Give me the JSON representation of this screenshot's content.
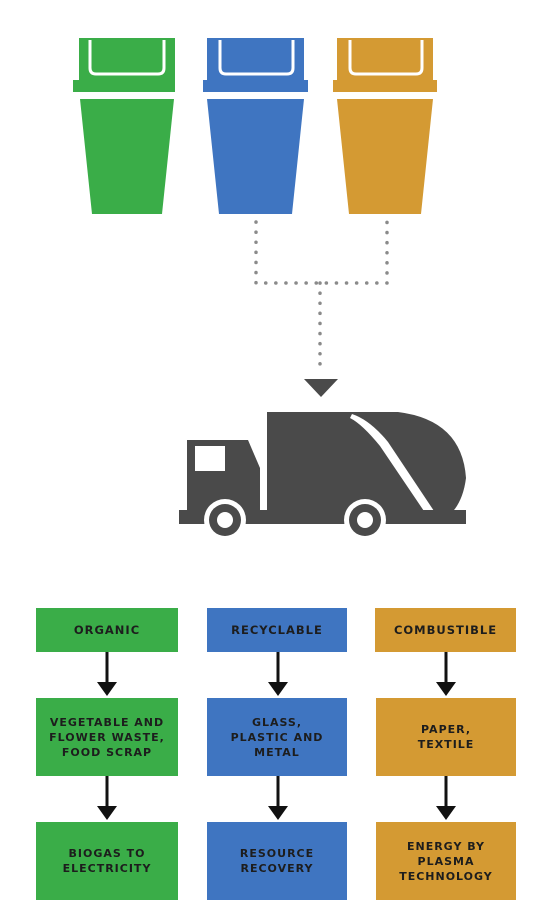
{
  "bins": [
    {
      "name": "green-bin",
      "color": "#3aad48"
    },
    {
      "name": "blue-bin",
      "color": "#3f75c1"
    },
    {
      "name": "orange-bin",
      "color": "#d49a33"
    }
  ],
  "truck_color": "#4a4a4a",
  "columns": [
    {
      "color": "#3aad48",
      "category": "ORGANIC",
      "contents": "VEGETABLE AND FLOWER WASTE, FOOD SCRAP",
      "outcome": "BIOGAS TO ELECTRICITY"
    },
    {
      "color": "#3f75c1",
      "category": "RECYCLABLE",
      "contents": "GLASS, PLASTIC AND METAL",
      "outcome": "RESOURCE RECOVERY"
    },
    {
      "color": "#d49a33",
      "category": "COMBUSTIBLE",
      "contents": "PAPER, TEXTILE",
      "outcome": "ENERGY BY PLASMA TECHNOLOGY"
    }
  ]
}
